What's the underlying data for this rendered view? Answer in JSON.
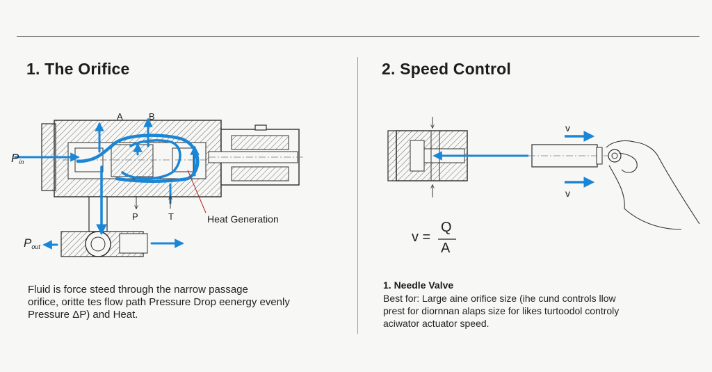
{
  "section1": {
    "title": "1. The Orifice",
    "labels": {
      "a": "A",
      "b": "B",
      "p": "P",
      "t": "T",
      "heat": "Heat Generation",
      "pin": "P",
      "pin_sub": "in",
      "pout": "P",
      "pout_sub": "out"
    },
    "description": [
      "Fluid is force steed through the narrow passage",
      "orifice, oritte tes flow path Pressure Drop eenergy evenly",
      "Pressure ΔP) and Heat."
    ]
  },
  "section2": {
    "title": "2. Speed Control",
    "labels": {
      "v_top": "v",
      "v_bottom": "v"
    },
    "formula": {
      "lhs": "v =",
      "numerator": "Q",
      "denominator": "A"
    },
    "needle_heading": "1. Needle Valve",
    "description": [
      "Best for: Large aine orifice size (ihe cund controls llow",
      "prest for diornnan alaps size for likes turtoodol controly",
      "aciwator actuator speed."
    ]
  },
  "colors": {
    "flow": "#1a86d6",
    "line": "#2b2b2b",
    "hatch": "#555555",
    "accent_red": "#b02020"
  }
}
